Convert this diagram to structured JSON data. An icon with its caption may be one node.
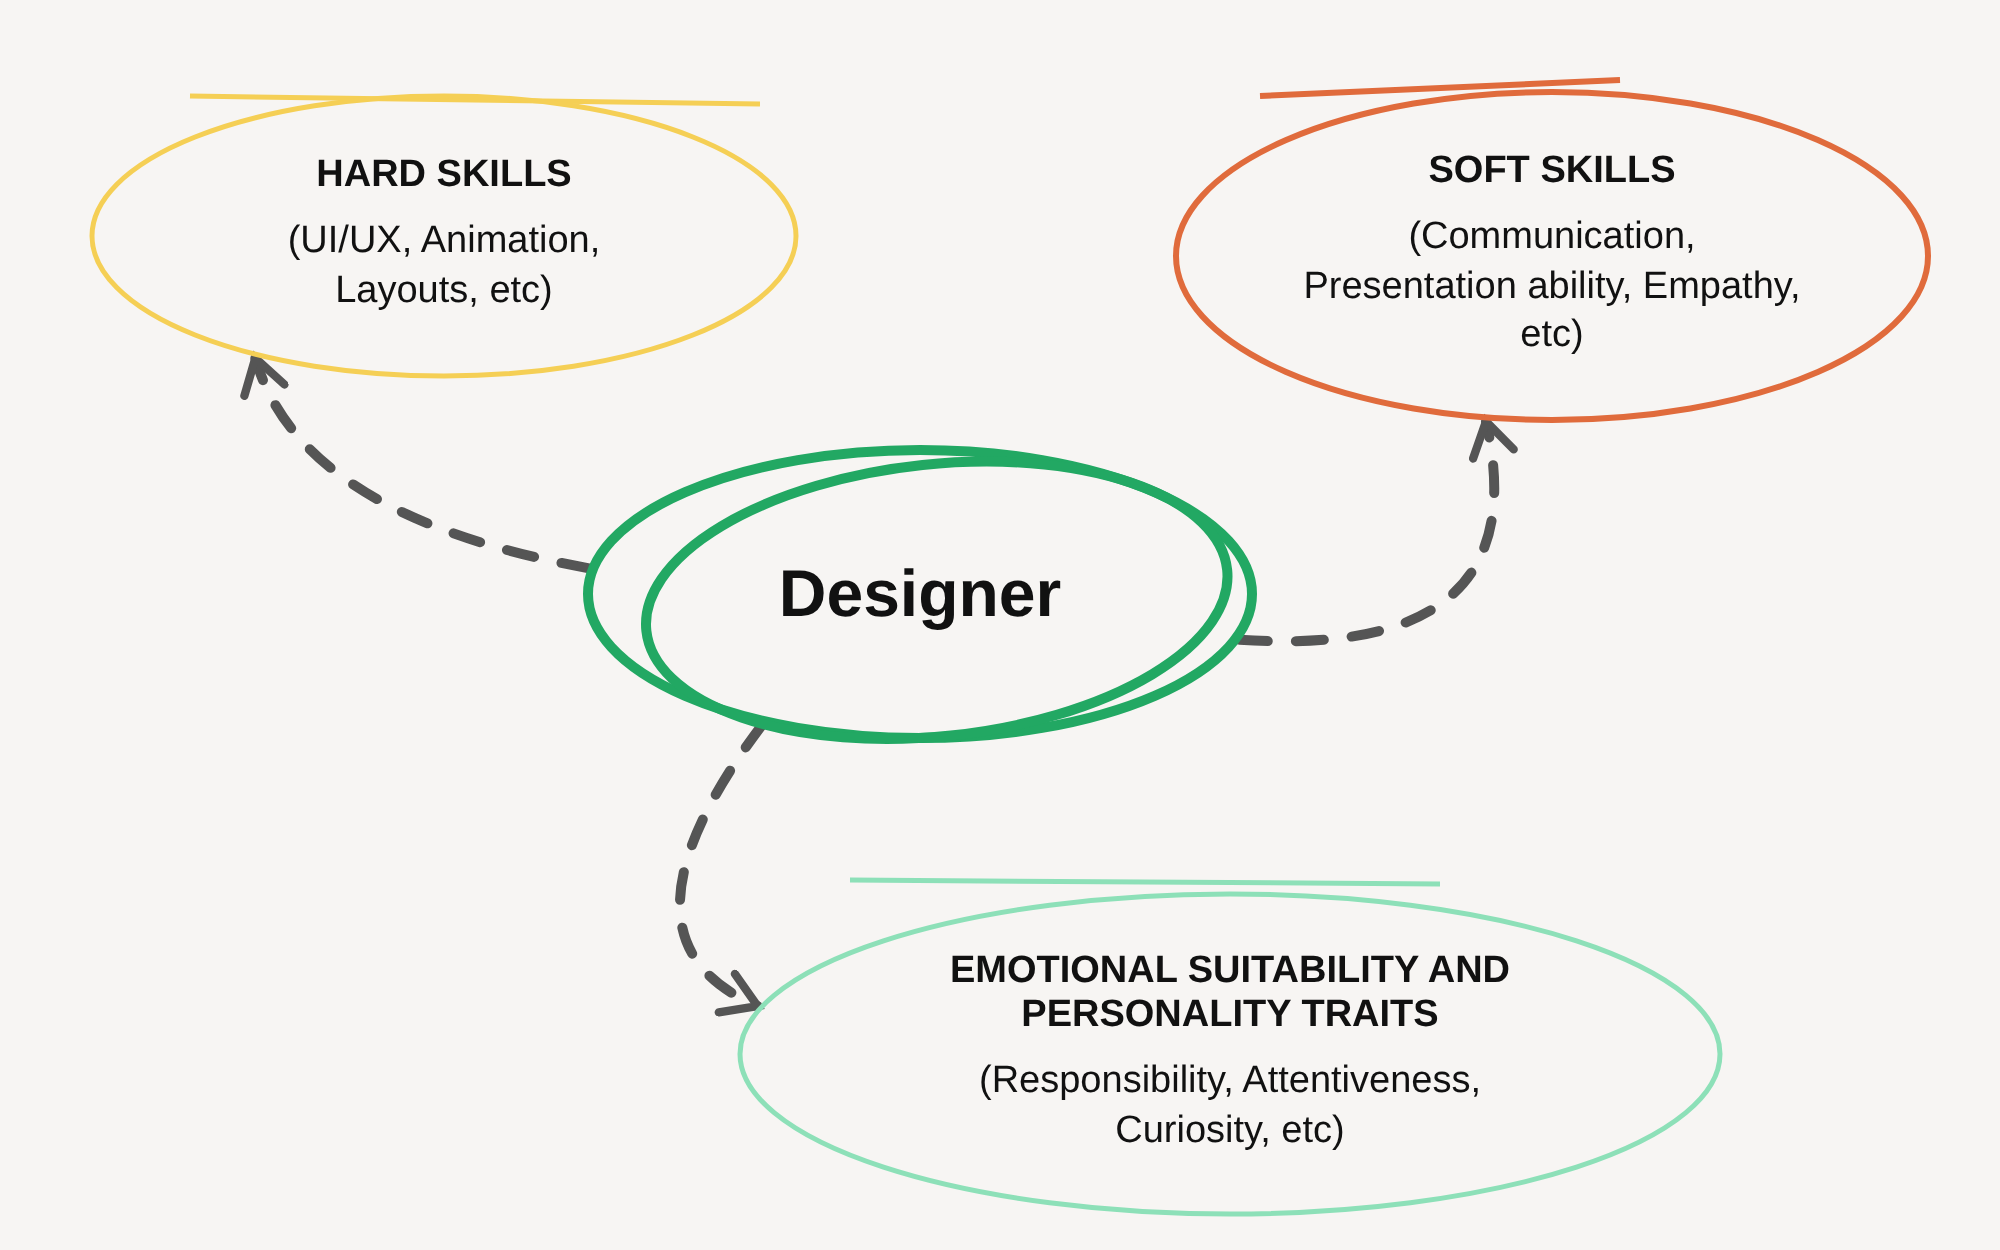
{
  "diagram": {
    "nodes": [
      {
        "text": [
          "Designer"
        ]
      },
      {
        "text": [
          "HARD SKILLS",
          "(UI/UX, Animation, Layouts, etc)"
        ]
      },
      {
        "text": [
          "SOFT SKILLS",
          "(Communication, Presentation ability, Empathy, etc)"
        ]
      },
      {
        "text": [
          "EMOTIONAL SUITABILITY AND PERSONALITY TRAITS",
          "(Responsibility, Attentiveness, Curiosity, etc)"
        ]
      }
    ],
    "edges": [
      {
        "from": 0,
        "to": 1,
        "arrow": "to",
        "style": "dashed"
      },
      {
        "from": 0,
        "to": 2,
        "arrow": "to",
        "style": "dashed"
      },
      {
        "from": 0,
        "to": 3,
        "arrow": "to",
        "style": "dashed"
      }
    ]
  }
}
